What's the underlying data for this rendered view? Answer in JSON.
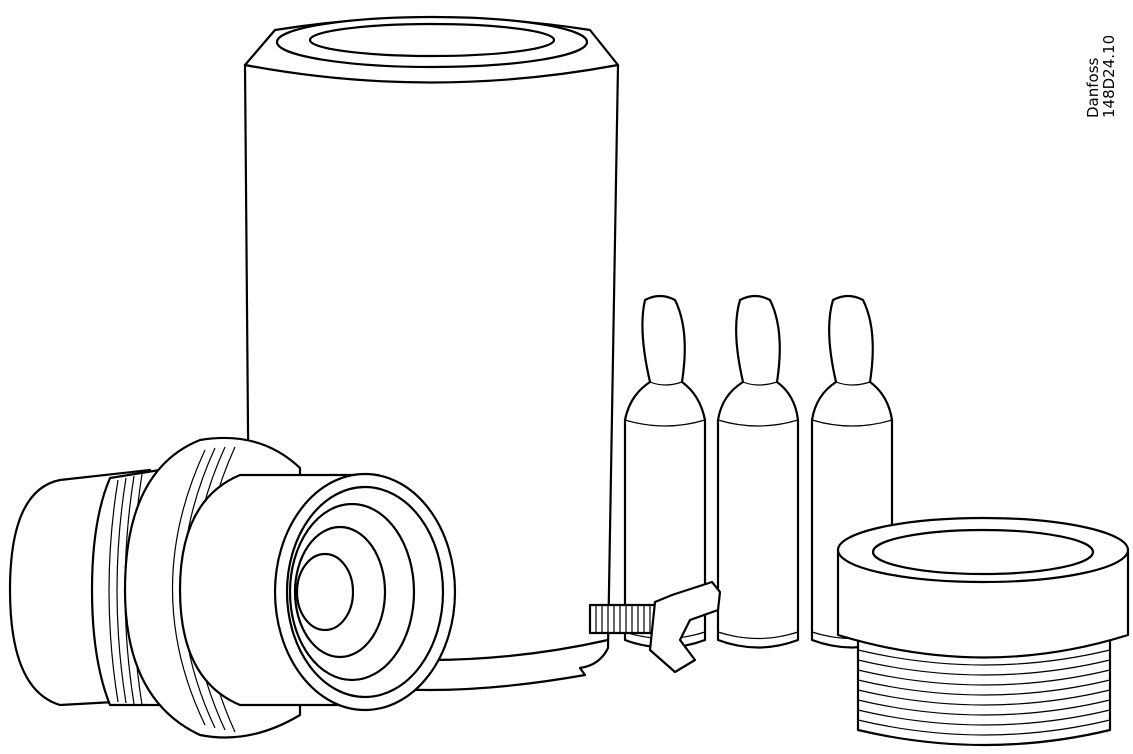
{
  "figure": {
    "brand": "Danfoss",
    "code": "148D24.10",
    "components": [
      {
        "name": "Tall cylindrical container"
      },
      {
        "name": "Threaded adapter with sealing nut"
      },
      {
        "name": "Ampoule 1"
      },
      {
        "name": "Ampoule 2"
      },
      {
        "name": "Ampoule 3"
      },
      {
        "name": "Threaded cap"
      },
      {
        "name": "Wing screw"
      }
    ]
  },
  "colors": {
    "line": "#000000",
    "background": "#ffffff"
  }
}
